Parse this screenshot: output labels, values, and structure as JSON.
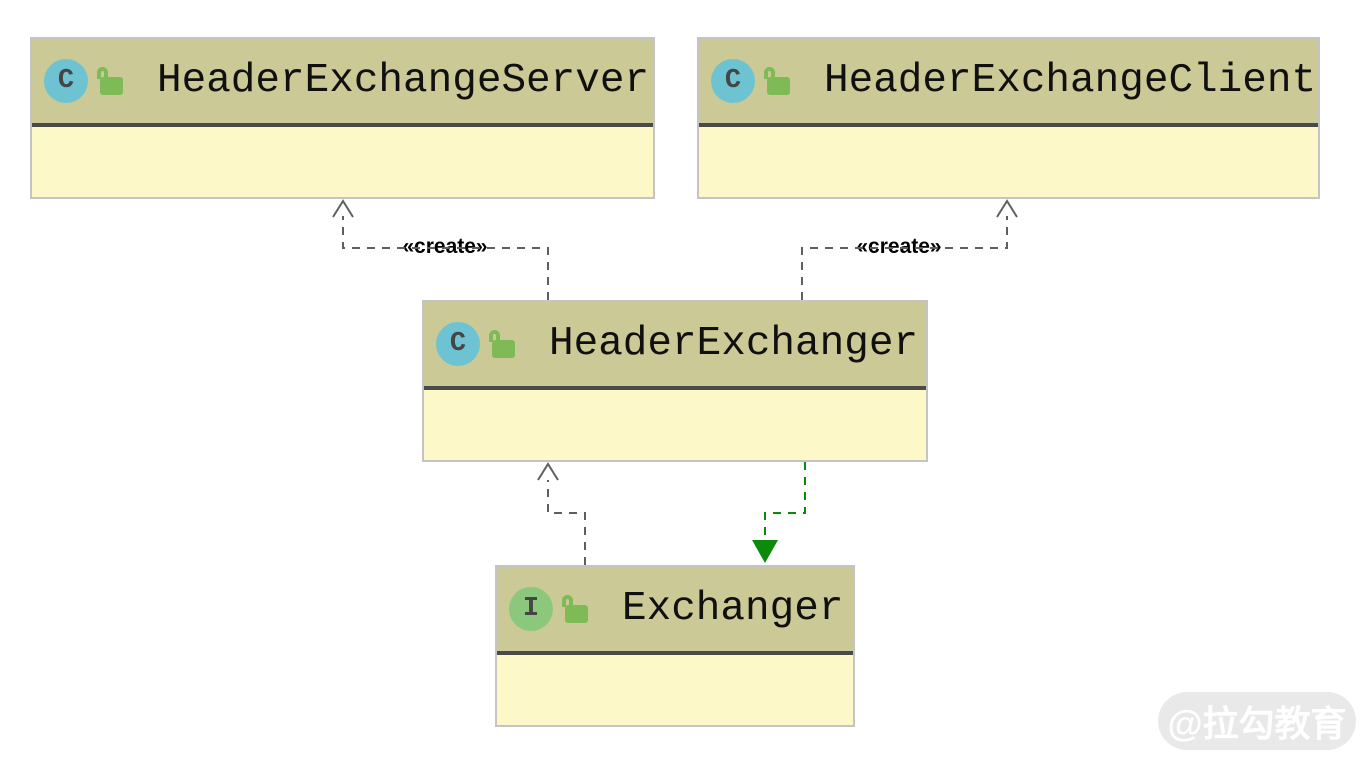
{
  "diagram": {
    "type": "uml-class-diagram",
    "classes": [
      {
        "name": "HeaderExchangeServer",
        "kind": "class",
        "badge": "C",
        "badge_icon": "class-c-badge",
        "modifier_icon": "unlocked-padlock"
      },
      {
        "name": "HeaderExchangeClient",
        "kind": "class",
        "badge": "C",
        "badge_icon": "class-c-badge",
        "modifier_icon": "unlocked-padlock"
      },
      {
        "name": "HeaderExchanger",
        "kind": "class",
        "badge": "C",
        "badge_icon": "class-c-badge",
        "modifier_icon": "unlocked-padlock"
      },
      {
        "name": "Exchanger",
        "kind": "interface",
        "badge": "I",
        "badge_icon": "interface-i-badge",
        "modifier_icon": "unlocked-padlock"
      }
    ],
    "edges": [
      {
        "from": "HeaderExchanger",
        "to": "HeaderExchangeServer",
        "type": "create-dependency",
        "style": "dashed-open-arrow",
        "label": "«create»"
      },
      {
        "from": "HeaderExchanger",
        "to": "HeaderExchangeClient",
        "type": "create-dependency",
        "style": "dashed-open-arrow",
        "label": "«create»"
      },
      {
        "from": "Exchanger",
        "to": "HeaderExchanger",
        "type": "dependency",
        "style": "dashed-open-arrow",
        "label": ""
      },
      {
        "from": "HeaderExchanger",
        "to": "Exchanger",
        "type": "realization",
        "style": "dashed-filled-triangle",
        "label": ""
      }
    ],
    "colors": {
      "header_fill": "#cbc995",
      "body_fill": "#fdf8c8",
      "box_border": "#c4c4c4",
      "separator": "#4a4a4a",
      "class_badge": "#6ec3d2",
      "interface_badge": "#8cc87c",
      "lock_icon": "#7eba55",
      "dependency_line": "#5f5f5f",
      "realization_line": "#0b8a0b",
      "background": "#ffffff"
    },
    "watermark": {
      "text": "@拉勾教育",
      "bg": "#e9e9e9",
      "fg": "#ffffff"
    }
  }
}
